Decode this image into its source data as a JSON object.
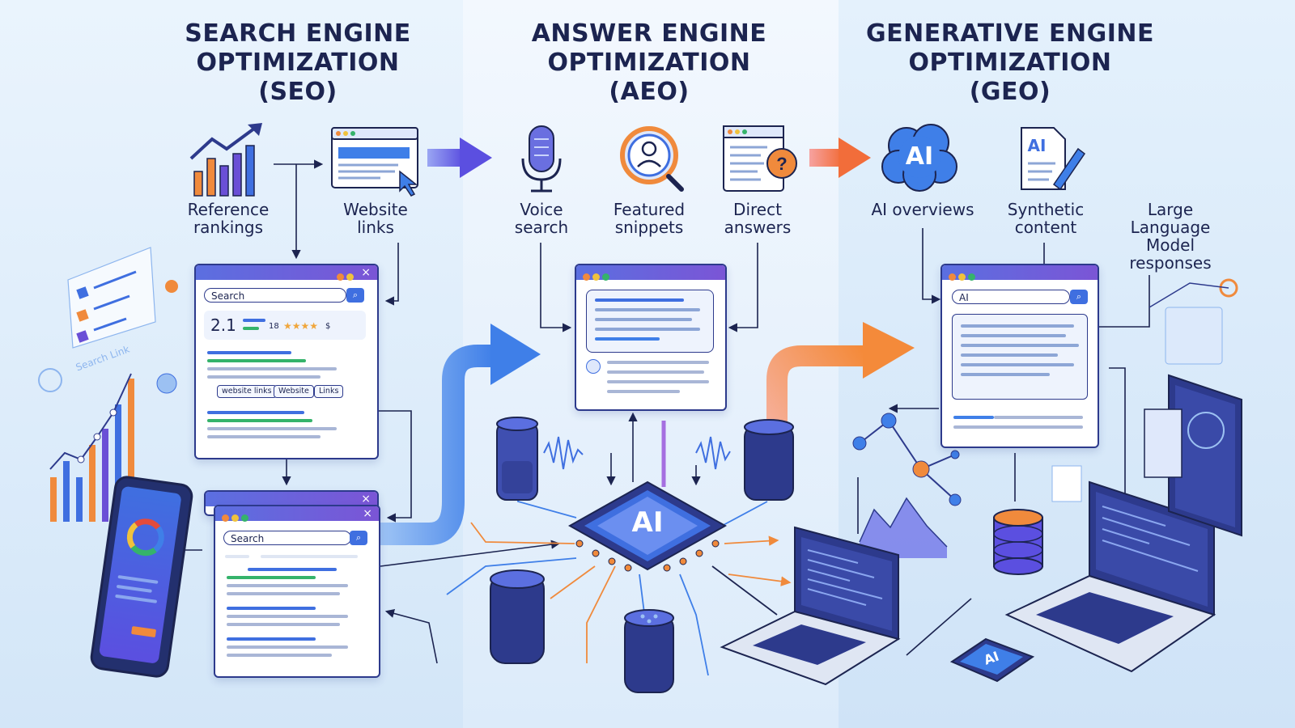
{
  "titles": {
    "seo": [
      "SEARCH ENGINE",
      "OPTIMIZATION",
      "(SEO)"
    ],
    "aeo": [
      "ANSWER ENGINE",
      "OPTIMIZATION",
      "(AEO)"
    ],
    "geo": [
      "GENERATIVE ENGINE",
      "OPTIMIZATION",
      "(GEO)"
    ]
  },
  "labels": {
    "reference_rankings": [
      "Reference",
      "rankings"
    ],
    "website_links": [
      "Website",
      "links"
    ],
    "voice_search": [
      "Voice",
      "search"
    ],
    "featured_snippets": [
      "Featured",
      "snippets"
    ],
    "direct_answers": [
      "Direct",
      "answers"
    ],
    "ai_overviews": "AI overviews",
    "synthetic_content": [
      "Synthetic",
      "content"
    ],
    "llm_responses": [
      "Large",
      "Language",
      "Model",
      "responses"
    ]
  },
  "seo_window": {
    "search_placeholder": "Search",
    "rank": "2.1",
    "count": "18",
    "stars": "★★★★",
    "price": "$",
    "chips": [
      "website links",
      "Website",
      "Links"
    ]
  },
  "seo_window2": {
    "search_placeholder": "Search",
    "close": "×"
  },
  "geo_window": {
    "search_value": "AI"
  },
  "ai_labels": {
    "chip": "AI",
    "cloud": "AI",
    "doc": "AI",
    "small_chip": "AI",
    "search_link": "Search Link"
  },
  "colors": {
    "navy": "#1c2450",
    "blue": "#3f6fe0",
    "purple": "#7b55d6",
    "green": "#35b36b",
    "orange": "#f08a3c"
  }
}
